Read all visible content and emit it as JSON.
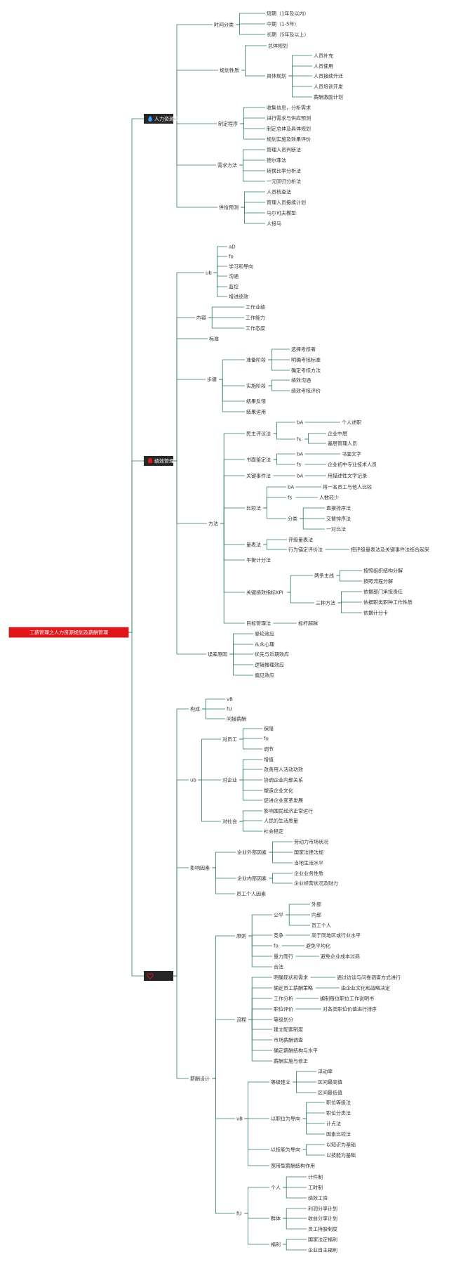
{
  "colors": {
    "line": "#2e7d5b",
    "root_fill": "#e0161b",
    "root_border": "#b20f13",
    "topic_fill": "#262626",
    "fire_icon": "#3aa0ff",
    "alarm_icon": "#e0161b",
    "heart_icon": "#e0161b"
  },
  "root": "工薪管理之人力资源规划及薪酬管理",
  "topics": [
    {
      "label": "人力资源规划",
      "icon": "fire-icon"
    },
    {
      "label": "绩效管理",
      "icon": "alarm-icon"
    },
    {
      "label": "",
      "icon": "heart-icon"
    }
  ],
  "nodes": {
    "a1": "时间分类",
    "a1a": "短期（1年及以内）",
    "a1b": "中期（1-5年）",
    "a1c": "长期（5年及以上）",
    "a2": "规划性质",
    "a2a": "总体规划",
    "a2b": "具体规划",
    "a2b1": "人员补充",
    "a2b2": "人员使用",
    "a2b3": "人员接续升迁",
    "a2b4": "人员培训开发",
    "a2b5": "薪酬激励计划",
    "a3": "制定程序",
    "a3a": "收集信息，分析需求",
    "a3b": "进行需求与供应预测",
    "a3c": "制定总体及具体规划",
    "a3d": "规划实施及效果评价",
    "a4": "需求方法",
    "a4a": "管理人员判断法",
    "a4b": "德尔菲法",
    "a4c": "转换比率分析法",
    "a4d": "一元回归分析法",
    "a5": "供给预测",
    "a5a": "人员核查法",
    "a5b": "管理人员接续计划",
    "a5c": "马尔可夫模型",
    "a5d": "人接马",
    "b1": "ub",
    "b1a": "aD",
    "b1b": "fo",
    "b1c": "学习和导向",
    "b1d": "沟通",
    "b1e": "监控",
    "b1f": "增进绩效",
    "b2": "内容",
    "b2a": "工作业绩",
    "b2b": "工作能力",
    "b2c": "工作态度",
    "b3": "标准",
    "b4": "步骤",
    "b4a": "准备阶段",
    "b4a1": "选择考核者",
    "b4a2": "明确考核标准",
    "b4a3": "确定考核方法",
    "b4b": "实施阶段",
    "b4b1": "绩效沟通",
    "b4b2": "绩效考核评价",
    "b4c": "结果反馈",
    "b4d": "结果运用",
    "b5": "方法",
    "m1": "民主评议法",
    "m1a": "bA",
    "m1a1": "个人述职",
    "m1b": "fs",
    "m1b1": "企业中层",
    "m1b2": "基层管理人员",
    "m2": "书面鉴定法",
    "m2a": "bA",
    "m2a1": "书面文字",
    "m2b": "fs",
    "m2b1": "企业初中专业技术人员",
    "m3": "关键事件法",
    "m3a": "bA",
    "m3a1": "用描述性文字记录",
    "m4": "比较法",
    "m4a": "bA",
    "m4a1": "将一名员工与他人比较",
    "m4b": "fs",
    "m4b1": "人数较少",
    "m4c": "分类",
    "m4c1": "直接排序法",
    "m4c2": "交替排序法",
    "m4c3": "一对比法",
    "m5": "量表法",
    "m5a": "评级量表法",
    "m5b": "行为锚定评价法",
    "m5b1": "把评级量表法及关键事件法结合起来",
    "m6": "平衡计分法",
    "m7": "关键绩效指标KPI",
    "m7a": "两条主线",
    "m7a1": "按照组织结构分解",
    "m7a2": "按照流程分解",
    "m7b": "三种方法",
    "m7b1": "依据部门承担责任",
    "m7b2": "依据职类职种工作性质",
    "m7b3": "依据计分卡",
    "m8": "目标管理法",
    "m8a": "标杆超越",
    "b6": "误差原因",
    "b6a": "晕轮效应",
    "b6b": "从众心理",
    "b6c": "优先与近期效应",
    "b6d": "逻辑推理效应",
    "b6e": "偏见效应",
    "c1": "构成",
    "c1a": "vB",
    "c1b": "fU",
    "c1c": "间接薪酬",
    "c2": "ub",
    "c2a": "对员工",
    "c2a1": "保障",
    "c2a2": "fo",
    "c2a3": "调节",
    "c2b": "对企业",
    "c2b1": "增值",
    "c2b2": "改善用人活动功效",
    "c2b3": "协调企业内部关系",
    "c2b4": "塑造企业文化",
    "c2b5": "促进企业变革发展",
    "c2c": "对社会",
    "c2c1": "影响国民经济正常运行",
    "c2c2": "人民的生活质量",
    "c2c3": "社会稳定",
    "c3": "影响因素",
    "c3a": "企业外部因素",
    "c3a1": "劳动力市场状况",
    "c3a2": "国家法律法规",
    "c3a3": "当地生活水平",
    "c3b": "企业内部因素",
    "c3b1": "企业业务性质",
    "c3b2": "企业经营状况及财力",
    "c3c": "员工个人因素",
    "c4": "薪酬设计",
    "p1": "原则",
    "p1a": "公平",
    "p1a1": "外部",
    "p1a2": "内部",
    "p1a3": "员工个人",
    "p1b": "竞争",
    "p1b1": "高于同地区或行业水平",
    "p1c": "fo",
    "p1c1": "避免平均化",
    "p1d": "量力而行",
    "p1d1": "避免企业成本过高",
    "p1e": "合法",
    "p2": "流程",
    "p2a": "明确现状和需求",
    "p2a1": "通过访谈与问卷调查方式进行",
    "p2b": "确定员工薪酬策略",
    "p2b1": "由企业文化和战略决定",
    "p2c": "工作分析",
    "p2c1": "编制每位职位工作说明书",
    "p2d": "职位评价",
    "p2d1": "对各类职位价值进行排序",
    "p2e": "等级划分",
    "p2f": "建立配套制度",
    "p2g": "市场薪酬调查",
    "p2h": "确定薪酬结构与水平",
    "p2i": "薪酬实施与修正",
    "p3": "vB",
    "p3a": "等级建立",
    "p3a1": "浮动率",
    "p3a2": "区间最高值",
    "p3a3": "区间最低值",
    "p3b": "以职位为导向",
    "p3b1": "职位等级法",
    "p3b2": "职位分类法",
    "p3b3": "计点法",
    "p3b4": "因素比较法",
    "p3c": "以技能为导向",
    "p3c1": "以知识为基础",
    "p3c2": "以技能为基础",
    "p3d": "宽带型薪酬结构作用",
    "p4": "fU",
    "p4a": "个人",
    "p4a1": "计件制",
    "p4a2": "工时制",
    "p4a3": "绩效工资",
    "p4b": "群体",
    "p4b1": "利润分享计划",
    "p4b2": "收益分享计划",
    "p4b3": "员工持股制度",
    "p4c": "福利",
    "p4c1": "国家法定福利",
    "p4c2": "企业自主福利"
  }
}
